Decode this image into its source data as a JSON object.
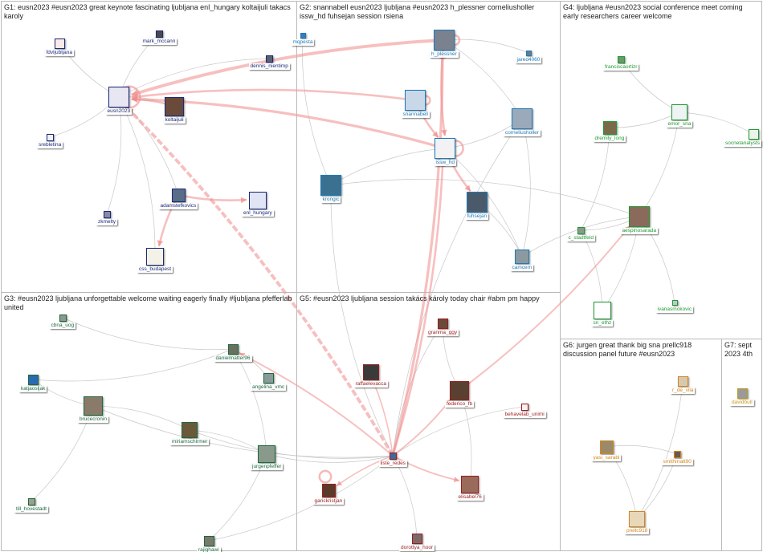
{
  "groups": [
    {
      "id": "G1",
      "title": "G1: eusn2023 #eusn2023 great keynote fascinating ljubljana enl_hungary koltaijuli takacs karoly",
      "color": "#1b2a7a"
    },
    {
      "id": "G2",
      "title": "G2: snannabell eusn2023 ljubljana #eusn2023 h_plessner corneliusholler issw_hd fuhsejan session rsiena",
      "color": "#1f7ab8"
    },
    {
      "id": "G4",
      "title": "G4: ljubljana #eusn2023 social conference meet coming early researchers career welcome",
      "color": "#1f9a32"
    },
    {
      "id": "G3",
      "title": "G3: #eusn2023 ljubljana unforgettable welcome waiting eagerly finally #ljubljana pfefferlab united",
      "color": "#1a6a3c"
    },
    {
      "id": "G5",
      "title": "G5: #eusn2023 ljubljana session takács károly today chair #abm pm happy",
      "color": "#9c1d1d"
    },
    {
      "id": "G6",
      "title": "G6: jurgen great thank big sna prellc918 discussion panel future #eusn2023",
      "color": "#d4861c"
    },
    {
      "id": "G7",
      "title": "G7: sept 2023 4th",
      "color": "#c09a1e"
    }
  ],
  "nodes": [
    {
      "id": "fdvljubljana",
      "label": "fdvljubljana",
      "group": "G1",
      "color": "#fbeaea",
      "icon": "logo-icon"
    },
    {
      "id": "mark_mccann",
      "label": "mark_mccann",
      "group": "G1",
      "color": "#4a4a4a",
      "icon": "avatar-icon"
    },
    {
      "id": "dennis_nientimp",
      "label": "dennis_nientimp",
      "group": "G1",
      "color": "#5d6070",
      "icon": "avatar-icon"
    },
    {
      "id": "eusn2023",
      "label": "eusn2023",
      "group": "G1",
      "color": "#e8e6f2",
      "icon": "logo-icon"
    },
    {
      "id": "koltaijuli",
      "label": "koltaijuli",
      "group": "G1",
      "color": "#6a4a3a",
      "icon": "avatar-icon"
    },
    {
      "id": "srebletina",
      "label": "srebletina",
      "group": "G1",
      "color": "#f0f0f6",
      "icon": "avatar-icon"
    },
    {
      "id": "adamstefkovics",
      "label": "adamstefkovics",
      "group": "G1",
      "color": "#5a6d86",
      "icon": "avatar-icon"
    },
    {
      "id": "enl_hungary",
      "label": "enl_hungary",
      "group": "G1",
      "color": "#e0e4f4",
      "icon": "logo-icon"
    },
    {
      "id": "zkmelty",
      "label": "zkmelty",
      "group": "G1",
      "color": "#8a8aa8",
      "icon": "avatar-icon"
    },
    {
      "id": "css_budapest",
      "label": "css_budapest",
      "group": "G1",
      "color": "#f4f2e6",
      "icon": "logo-icon"
    },
    {
      "id": "mqpesta",
      "label": "mqpesta",
      "group": "G2",
      "color": "#3a7abf",
      "icon": "avatar-icon"
    },
    {
      "id": "h_plessner",
      "label": "h_plessner",
      "group": "G2",
      "color": "#7a8290",
      "icon": "avatar-icon"
    },
    {
      "id": "jared4060",
      "label": "jared4060",
      "group": "G2",
      "color": "#6a7a8a",
      "icon": "avatar-icon"
    },
    {
      "id": "snannabell",
      "label": "snannabell",
      "group": "G2",
      "color": "#c8d8e8",
      "icon": "avatar-icon"
    },
    {
      "id": "corneliusholler",
      "label": "corneliusholler",
      "group": "G2",
      "color": "#9aaabb",
      "icon": "avatar-icon"
    },
    {
      "id": "issw_hd",
      "label": "issw_hd",
      "group": "G2",
      "color": "#f2f2f4",
      "icon": "logo-icon"
    },
    {
      "id": "krongic",
      "label": "krongic",
      "group": "G2",
      "color": "#3a7090",
      "icon": "eye-icon"
    },
    {
      "id": "fuhsejan",
      "label": "fuhsejan",
      "group": "G2",
      "color": "#4a5a6a",
      "icon": "avatar-icon"
    },
    {
      "id": "camcem",
      "label": "camcem",
      "group": "G2",
      "color": "#8a9aa0",
      "icon": "avatar-icon"
    },
    {
      "id": "franciscaortizr",
      "label": "franciscaortizr",
      "group": "G4",
      "color": "#6a9a6a",
      "icon": "avatar-icon"
    },
    {
      "id": "emor_sna",
      "label": "emor_sna",
      "group": "G4",
      "color": "#eef4f4",
      "icon": "logo-icon"
    },
    {
      "id": "dremily_long",
      "label": "dremily_long",
      "group": "G4",
      "color": "#7a6a4a",
      "icon": "avatar-icon"
    },
    {
      "id": "socnetanalysts",
      "label": "socnetanalysts",
      "group": "G4",
      "color": "#eaf4ea",
      "icon": "logo-icon"
    },
    {
      "id": "c_stadtfeld",
      "label": "c_stadtfeld",
      "group": "G4",
      "color": "#8a9a8a",
      "icon": "avatar-icon"
    },
    {
      "id": "aespinosarada",
      "label": "aespinosarada",
      "group": "G4",
      "color": "#8a6a5a",
      "icon": "avatar-icon"
    },
    {
      "id": "sn_ethz",
      "label": "sn_ethz",
      "group": "G4",
      "color": "#ffffff",
      "icon": "logo-icon"
    },
    {
      "id": "ivanasmokovic",
      "label": "ivanasmokovic",
      "group": "G4",
      "color": "#c0c8d0",
      "icon": "avatar-icon"
    },
    {
      "id": "cbna_uog",
      "label": "cbna_uog",
      "group": "G3",
      "color": "#8a9a90",
      "icon": "avatar-icon"
    },
    {
      "id": "danielmatter96",
      "label": "danielmatter96",
      "group": "G3",
      "color": "#6a7060",
      "icon": "avatar-icon"
    },
    {
      "id": "katjaosljak",
      "label": "katjaosljak",
      "group": "G3",
      "color": "#2a6ab0",
      "icon": "avatar-icon"
    },
    {
      "id": "angelina_vmc",
      "label": "angelina_vmc",
      "group": "G3",
      "color": "#8a9a9a",
      "icon": "avatar-icon"
    },
    {
      "id": "brucecronin",
      "label": "brucecronin",
      "group": "G3",
      "color": "#8a7a6a",
      "icon": "avatar-icon"
    },
    {
      "id": "miriamschirmer",
      "label": "miriamschirmer",
      "group": "G3",
      "color": "#6a5a3a",
      "icon": "avatar-icon"
    },
    {
      "id": "jurgenpfeffer",
      "label": "jurgenpfeffer",
      "group": "G3",
      "color": "#8a9a8a",
      "icon": "avatar-icon"
    },
    {
      "id": "till_hovestadt",
      "label": "till_hovestadt",
      "group": "G3",
      "color": "#9aa090",
      "icon": "avatar-icon"
    },
    {
      "id": "rajighawi",
      "label": "rajighawi",
      "group": "G3",
      "color": "#7a7a6a",
      "icon": "avatar-icon"
    },
    {
      "id": "granma_ggy",
      "label": "granma_ggy",
      "group": "G5",
      "color": "#6a4a3a",
      "icon": "avatar-icon"
    },
    {
      "id": "raffaelevacca",
      "label": "raffaelevacca",
      "group": "G5",
      "color": "#3a3a3a",
      "icon": "avatar-icon"
    },
    {
      "id": "federico_fb",
      "label": "federico_fb",
      "group": "G5",
      "color": "#5a4030",
      "icon": "avatar-icon"
    },
    {
      "id": "behavelab_unimi",
      "label": "behavelab_unimi",
      "group": "G5",
      "color": "#f6f0f0",
      "icon": "logo-icon"
    },
    {
      "id": "liste_redes",
      "label": "liste_redes",
      "group": "G5",
      "color": "#3a6aa0",
      "icon": "logo-icon"
    },
    {
      "id": "garickristjan",
      "label": "garickristjan",
      "group": "G5",
      "color": "#5a3a2a",
      "icon": "avatar-icon"
    },
    {
      "id": "elisabel76",
      "label": "elisabel76",
      "group": "G5",
      "color": "#9a6a5a",
      "icon": "avatar-icon"
    },
    {
      "id": "dorottya_hoor",
      "label": "dorottya_hoor",
      "group": "G5",
      "color": "#7a6a6a",
      "icon": "avatar-icon"
    },
    {
      "id": "r_de_vila",
      "label": "r_de_vila",
      "group": "G6",
      "color": "#d8c8b0",
      "icon": "avatar-icon"
    },
    {
      "id": "yasi_sarabi",
      "label": "yasi_sarabi",
      "group": "G6",
      "color": "#9a8a6a",
      "icon": "avatar-icon"
    },
    {
      "id": "smithmatt90",
      "label": "smithmatt90",
      "group": "G6",
      "color": "#6a5a4a",
      "icon": "avatar-icon"
    },
    {
      "id": "prellc918",
      "label": "prellc918",
      "group": "G6",
      "color": "#e8d8b8",
      "icon": "avatar-icon"
    },
    {
      "id": "davidbull",
      "label": "davidbull",
      "group": "G7",
      "color": "#9a9a9a",
      "icon": "avatar-icon"
    }
  ],
  "edges": [
    {
      "from": "h_plessner",
      "to": "eusn2023",
      "weight": 3
    },
    {
      "from": "snannabell",
      "to": "eusn2023",
      "weight": 2
    },
    {
      "from": "issw_hd",
      "to": "eusn2023",
      "weight": 2.5
    },
    {
      "from": "liste_redes",
      "to": "eusn2023",
      "weight": 3
    },
    {
      "from": "liste_redes",
      "to": "h_plessner",
      "weight": 2.5
    },
    {
      "from": "liste_redes",
      "to": "issw_hd",
      "weight": 2
    },
    {
      "from": "h_plessner",
      "to": "issw_hd",
      "weight": 2
    },
    {
      "from": "snannabell",
      "to": "issw_hd",
      "weight": 2
    },
    {
      "from": "issw_hd",
      "to": "fuhsejan",
      "weight": 2
    },
    {
      "from": "adamstefkovics",
      "to": "enl_hungary",
      "weight": 2
    },
    {
      "from": "adamstefkovics",
      "to": "css_budapest",
      "weight": 2
    },
    {
      "from": "koltaijuli",
      "to": "eusn2023",
      "weight": 1.5
    },
    {
      "from": "liste_redes",
      "to": "danielmatter96",
      "weight": 1.5
    },
    {
      "from": "federico_fb",
      "to": "aespinosarada",
      "weight": 1.5
    },
    {
      "from": "liste_redes",
      "to": "federico_fb",
      "weight": 1.5
    },
    {
      "from": "liste_redes",
      "to": "elisabel76",
      "weight": 1.5
    },
    {
      "from": "liste_redes",
      "to": "raffaelevacca",
      "weight": 1.2
    },
    {
      "from": "liste_redes",
      "to": "garickristjan",
      "weight": 1.2
    }
  ]
}
